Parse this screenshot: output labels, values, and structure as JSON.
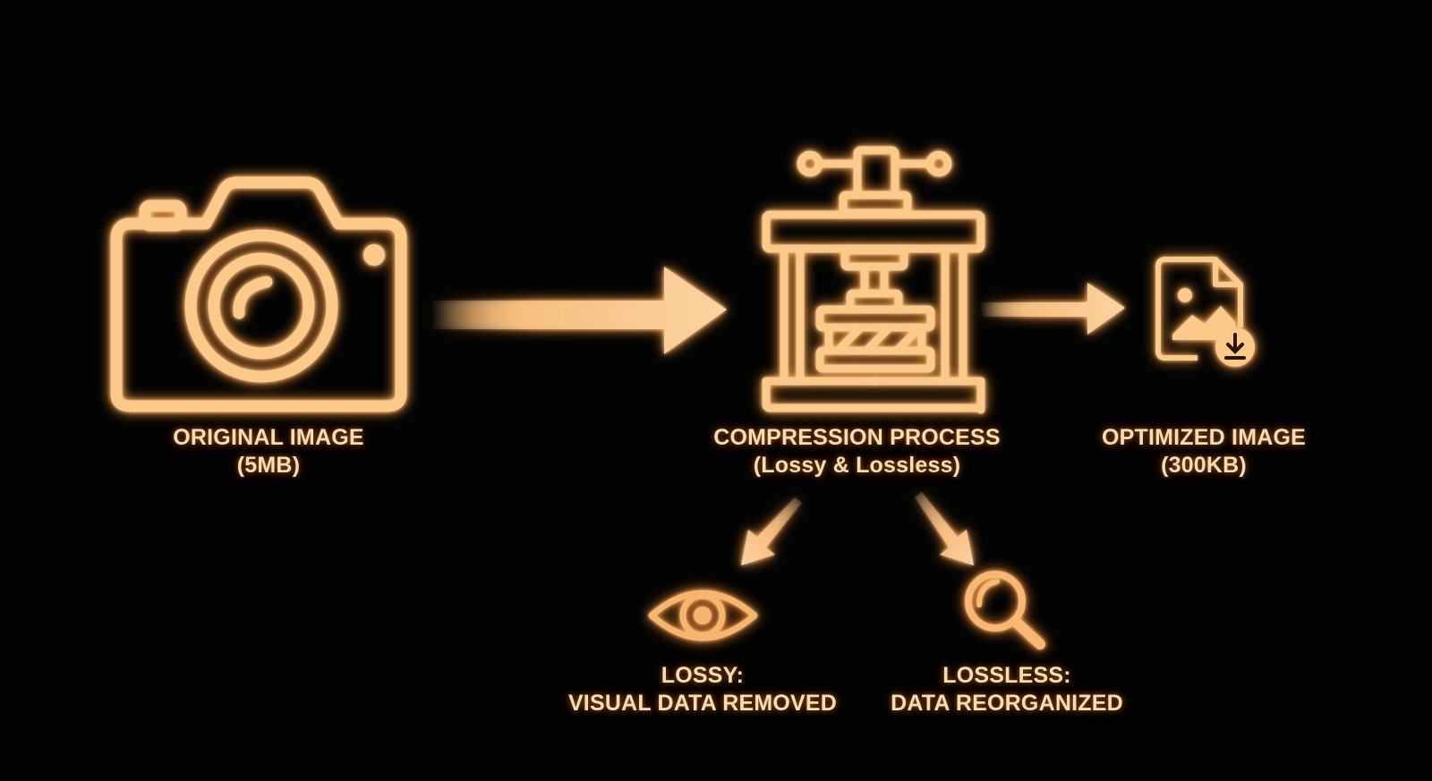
{
  "diagram": {
    "colors": {
      "background": "#030303",
      "stroke": "#fbc98a",
      "glow": "#ff8a2a",
      "text": "#f6dcb4"
    },
    "nodes": {
      "original": {
        "icon": "camera-icon",
        "title": "ORIGINAL IMAGE",
        "subtitle": "(5MB)"
      },
      "compression": {
        "icon": "press-icon",
        "title": "COMPRESSION PROCESS",
        "subtitle": "(Lossy & Lossless)"
      },
      "optimized": {
        "icon": "image-file-download-icon",
        "title": "OPTIMIZED IMAGE",
        "subtitle": "(300KB)"
      },
      "lossy": {
        "icon": "eye-icon",
        "title": "LOSSY:",
        "subtitle": "VISUAL DATA REMOVED"
      },
      "lossless": {
        "icon": "magnifier-icon",
        "title": "LOSSLESS:",
        "subtitle": "DATA REORGANIZED"
      }
    },
    "edges": [
      {
        "from": "original",
        "to": "compression",
        "icon": "arrow-right-large-icon"
      },
      {
        "from": "compression",
        "to": "optimized",
        "icon": "arrow-right-small-icon"
      },
      {
        "from": "compression",
        "to": "lossy",
        "icon": "arrow-down-left-icon"
      },
      {
        "from": "compression",
        "to": "lossless",
        "icon": "arrow-down-right-icon"
      }
    ]
  }
}
